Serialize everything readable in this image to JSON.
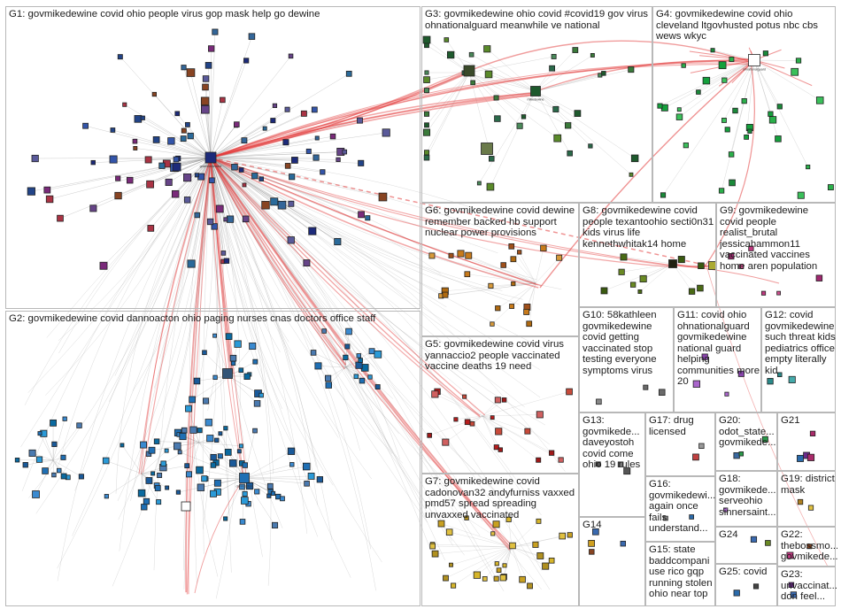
{
  "groups": [
    {
      "id": "G1",
      "label": "G1: govmikedewine covid ohio people virus gop mask help go dewine",
      "color": "#1c2a7a"
    },
    {
      "id": "G2",
      "label": "G2: govmikedewine covid dannoacton ohio paging nurses cnas doctors office staff",
      "color": "#1f6fb4"
    },
    {
      "id": "G3",
      "label": "G3: govmikedewine ohio covid #covid19 gov virus ohnationalguard meanwhile ve national",
      "color": "#1e5a2d"
    },
    {
      "id": "G4",
      "label": "G4: govmikedewine covid ohio cleveland ltgovhusted potus nbc cbs wews wkyc",
      "color": "#14a03c"
    },
    {
      "id": "G5",
      "label": "G5: govmikedewine covid virus yannaccio2 people vaccinated vaccine deaths 19 need",
      "color": "#b81d1d"
    },
    {
      "id": "G6",
      "label": "G6: govmikedewine covid dewine remember backed hb support nuclear power provisions",
      "color": "#c87a1a"
    },
    {
      "id": "G7",
      "label": "G7: govmikedewine covid cadonovan32 andyfurniss vaxxed pmd57 spread spreading unvaxxed vaccinated",
      "color": "#d6b52a"
    },
    {
      "id": "G8",
      "label": "G8: govmikedewine covid people texantoohio secti0n31 kids virus life kennethwhitak14 home",
      "color": "#4a6a14"
    },
    {
      "id": "G9",
      "label": "G9: govmikedewine covid people realist_brutal jessicahammon11 vaccinated vaccines home aren population",
      "color": "#c03880"
    },
    {
      "id": "G10",
      "label": "G10: 58kathleen govmikedewine covid getting vaccinated stop testing everyone symptoms virus",
      "color": "#6a6a6a"
    },
    {
      "id": "G11",
      "label": "G11: covid ohio ohnationalguard govmikedewine national guard helping communities more 20",
      "color": "#8844aa"
    },
    {
      "id": "G12",
      "label": "G12: covid govmikedewine such threat kids pediatrics office empty literally kid",
      "color": "#2a8a8a"
    },
    {
      "id": "G13",
      "label": "G13: govmikede... daveyostoh covid come ohio 19 rules",
      "color": "#555555"
    },
    {
      "id": "G14",
      "label": "G14",
      "color": "#333333"
    },
    {
      "id": "G15",
      "label": "G15: state baddcompani use rico gqp running stolen ohio near top",
      "color": "#333333"
    },
    {
      "id": "G16",
      "label": "G16: govmikedewi... again once fails understand...",
      "color": "#333333"
    },
    {
      "id": "G17",
      "label": "G17: drug licensed",
      "color": "#333333"
    },
    {
      "id": "G18",
      "label": "G18: govmikede... serveohio sinnersaint...",
      "color": "#333333"
    },
    {
      "id": "G19",
      "label": "G19: district mask",
      "color": "#333333"
    },
    {
      "id": "G20",
      "label": "G20: odot_state... govmikede...",
      "color": "#333333"
    },
    {
      "id": "G21",
      "label": "G21",
      "color": "#333333"
    },
    {
      "id": "G22",
      "label": "G22: thebossmo... govmikede...",
      "color": "#333333"
    },
    {
      "id": "G23",
      "label": "G23: unvaccinat... don feel...",
      "color": "#333333"
    },
    {
      "id": "G24",
      "label": "G24",
      "color": "#333333"
    },
    {
      "id": "G25",
      "label": "G25: covid",
      "color": "#333333"
    }
  ],
  "hubs": {
    "g1": "govmikedewine",
    "g2": "dannoacton",
    "g4": "ohnationalguard",
    "g3": "mikedewine"
  },
  "colors": {
    "edge_light": "#8c8c8c",
    "edge_strong": "#e23a3a",
    "box_border": "#b8b8b8",
    "node_border": "#222222"
  }
}
